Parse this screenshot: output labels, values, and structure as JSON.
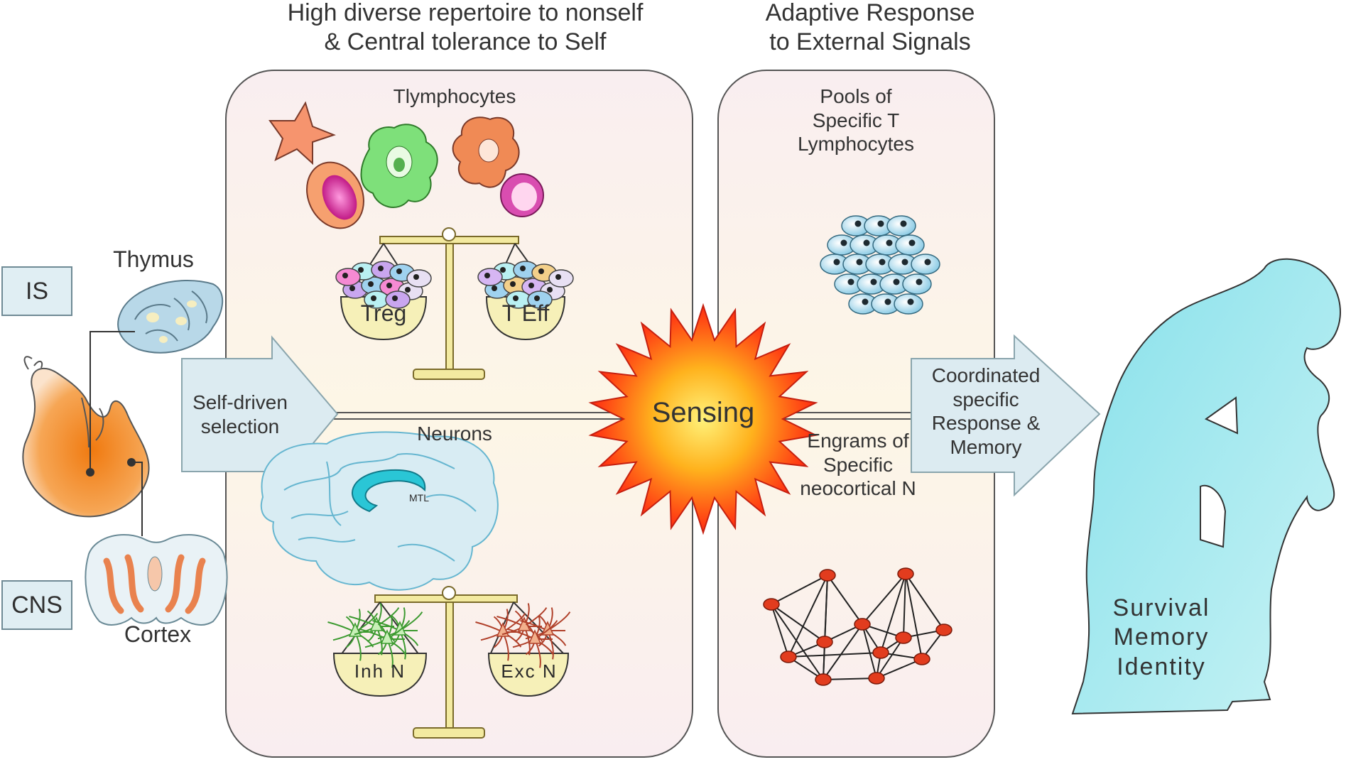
{
  "headers": {
    "left_line1": "High diverse repertoire to nonself",
    "left_line2": "& Central tolerance to Self",
    "right_line1": "Adaptive Response",
    "right_line2": "to External Signals"
  },
  "side_tags": {
    "is": "IS",
    "cns": "CNS"
  },
  "organs": {
    "thymus": "Thymus",
    "cortex": "Cortex"
  },
  "arrows": {
    "self_driven_line1": "Self-driven",
    "self_driven_line2": "selection",
    "coord_line1": "Coordinated",
    "coord_line2": "specific",
    "coord_line3": "Response &",
    "coord_line4": "Memory"
  },
  "left_panel": {
    "tlymphocytes": "Tlymphocytes",
    "treg": "Treg",
    "teff": "T Eff",
    "neurons": "Neurons",
    "mtl": "MTL",
    "inh": "Inh N",
    "exc": "Exc N"
  },
  "center": {
    "sensing": "Sensing"
  },
  "right_panel": {
    "pools_line1": "Pools of",
    "pools_line2": "Specific T",
    "pools_line3": "Lymphocytes",
    "engrams_line1": "Engrams of",
    "engrams_line2": "Specific",
    "engrams_line3": "neocortical N"
  },
  "thinker": {
    "line1": "Survival",
    "line2": "Memory",
    "line3": "Identity"
  },
  "colors": {
    "panel_fill": "#fbf1ee",
    "arrow_fill": "#dcebf1",
    "thinker_fill": "#8fe3ec",
    "fetus_fill": "#f08a1e",
    "node_fill": "#e23c1e",
    "scale_fill": "#f3eaa0"
  }
}
